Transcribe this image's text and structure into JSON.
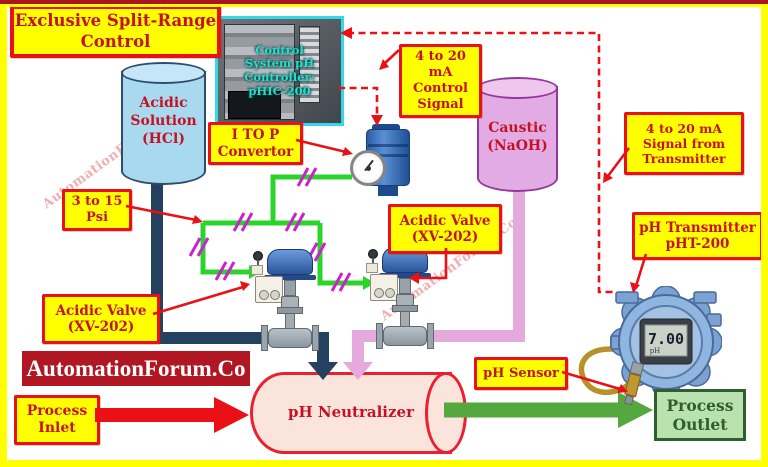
{
  "title": "Exclusive Split-Range\nControl",
  "banner": "AutomationForum.Co",
  "watermark": "AutomationForum.Co",
  "controller": {
    "caption": "Control\nSystem pH\nController:\npHIC-200"
  },
  "tanks": {
    "acidic": "Acidic\nSolution\n(HCl)",
    "caustic": "Caustic\n(NaOH)",
    "neutralizer": "pH Neutralizer"
  },
  "labels": {
    "control_signal": "4 to 20\nmA\nControl\nSignal",
    "itop": "I TO P\nConvertor",
    "psi": "3 to 15\nPsi",
    "acidic_valve_left": "Acidic Valve\n(XV-202)",
    "acidic_valve_right": "Acidic Valve\n(XV-202)",
    "signal_from_transmitter": "4 to 20 mA\nSignal from\nTransmitter",
    "ph_transmitter": "pH Transmitter\npHT-200",
    "ph_sensor": "pH Sensor"
  },
  "flow": {
    "process_inlet": "Process\nInlet",
    "process_outlet": "Process\nOutlet"
  },
  "transmitter_display": {
    "value": "7.00",
    "unit": "pH"
  },
  "colors": {
    "frame_yellow": "#ffff00",
    "signal_red": "#ea1016",
    "label_text_red": "#c41224",
    "banner_bg": "#b01722",
    "acid_pipe_navy": "#24415f",
    "caustic_pipe_pink": "#e4aade",
    "pneumatic_green": "#2bd42b",
    "outlet_green": "#55a83f",
    "slash_magenta": "#cc22cc",
    "photo_border_cyan": "#35d8e8",
    "photo_caption_teal": "#22e2c2",
    "device_blue": "#3566b2",
    "transmitter_blue": "#8fb6e0",
    "outlet_box_green": "#b9e2ae",
    "neutralizer_fill": "#fbe4dc",
    "cable_gold": "#b8912a"
  }
}
